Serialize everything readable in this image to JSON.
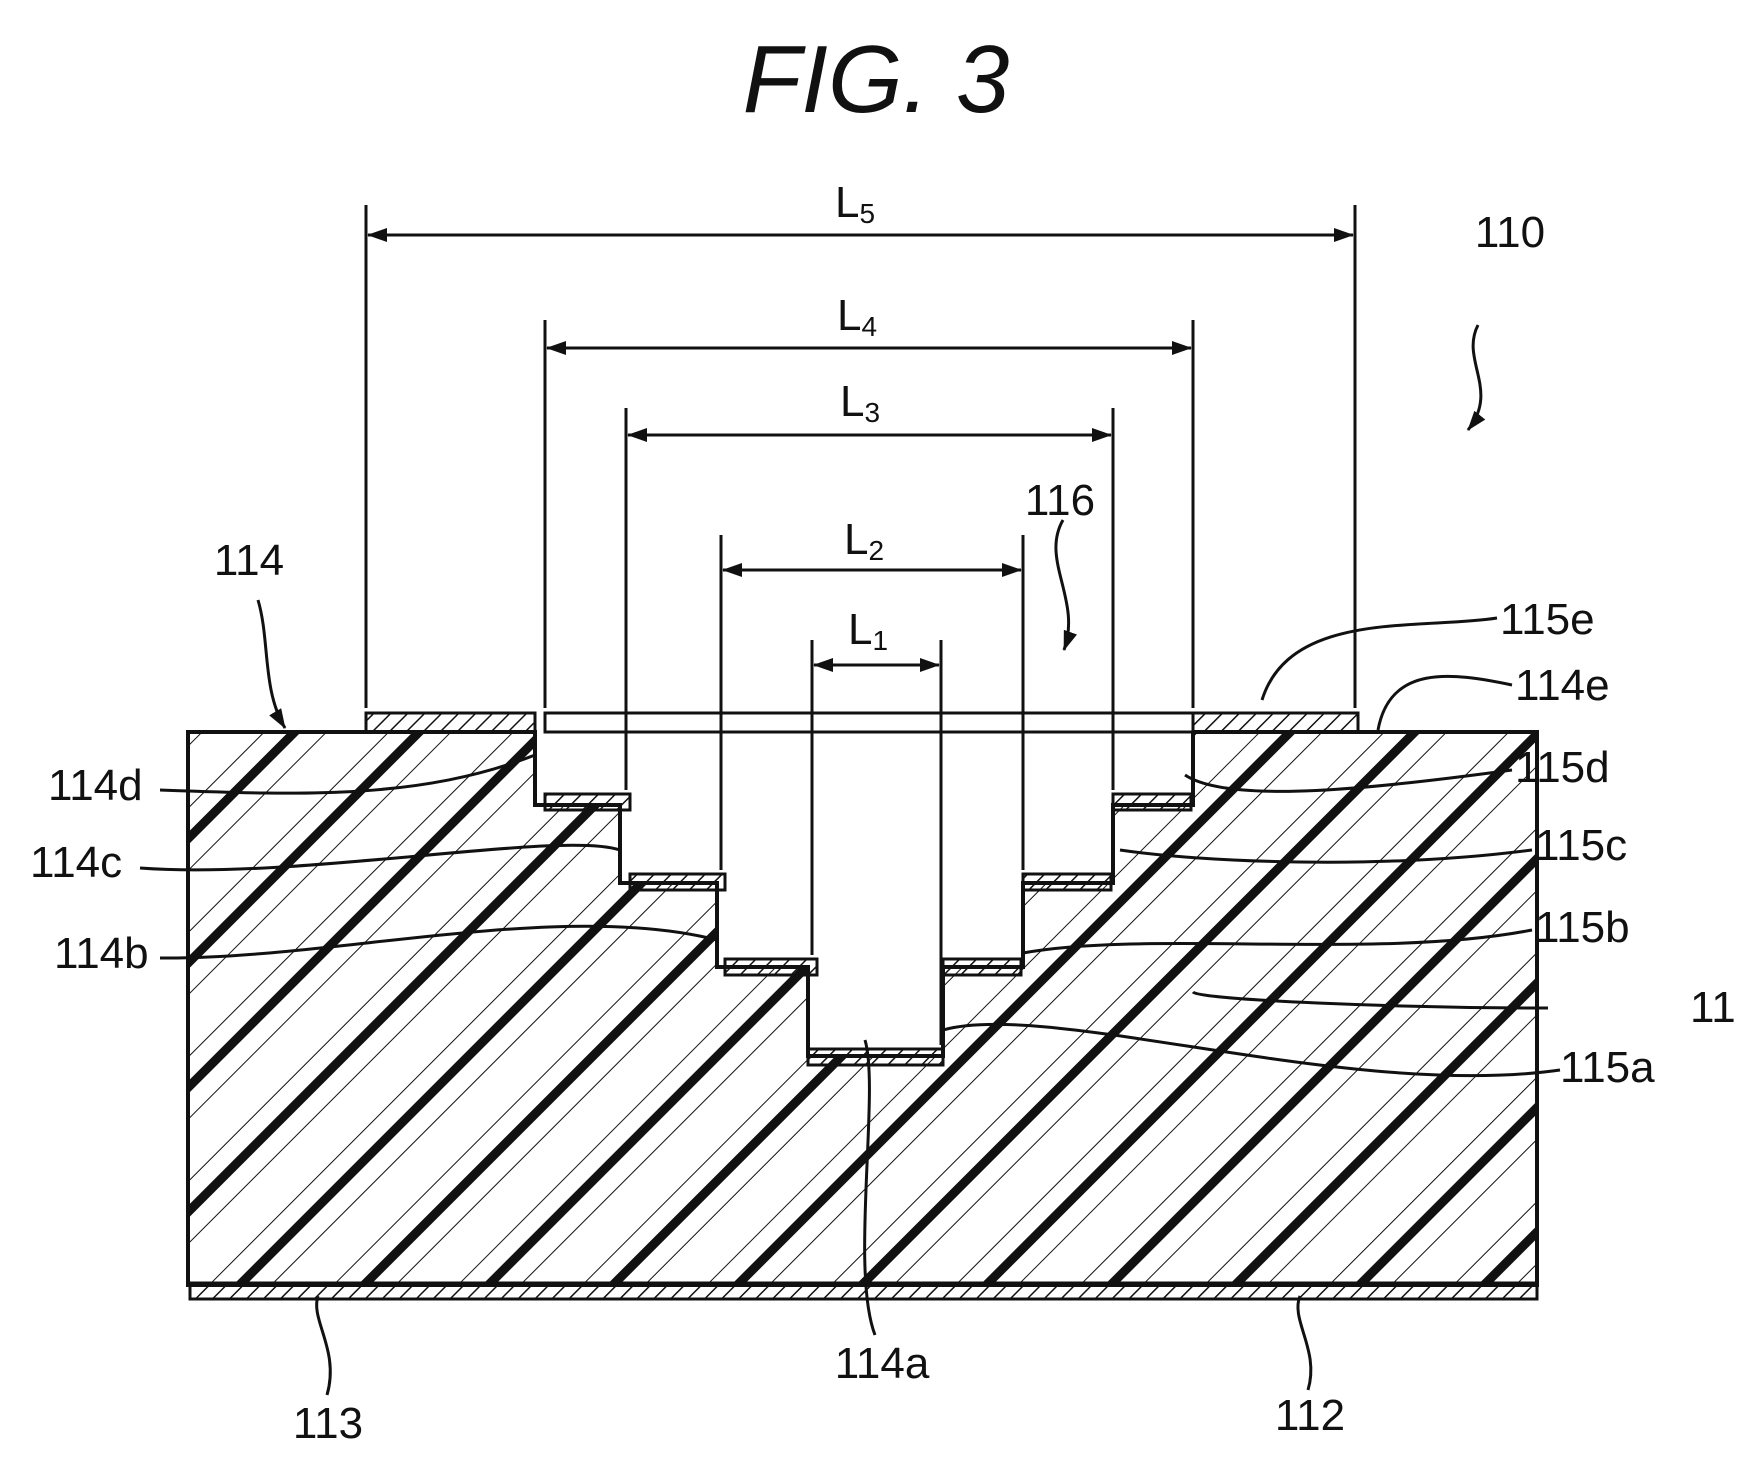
{
  "figure": {
    "title": "FIG. 3",
    "ref_device": "110",
    "ref_opening": "116",
    "ref_layer": "114",
    "ref_substrate": "11",
    "ref_bottom_electrode_a": "112",
    "ref_bottom_electrode_b": "113",
    "ref_step_a": "114a",
    "ref_step_b": "114b",
    "ref_step_c": "114c",
    "ref_step_d": "114d",
    "ref_step_e": "114e",
    "ref_film_a": "115a",
    "ref_film_b": "115b",
    "ref_film_c": "115c",
    "ref_film_d": "115d",
    "ref_film_e": "115e",
    "dimensions": [
      {
        "main": "L",
        "sub": "1"
      },
      {
        "main": "L",
        "sub": "2"
      },
      {
        "main": "L",
        "sub": "3"
      },
      {
        "main": "L",
        "sub": "4"
      },
      {
        "main": "L",
        "sub": "5"
      }
    ]
  },
  "colors": {
    "ink": "#111111",
    "paper": "#ffffff"
  }
}
